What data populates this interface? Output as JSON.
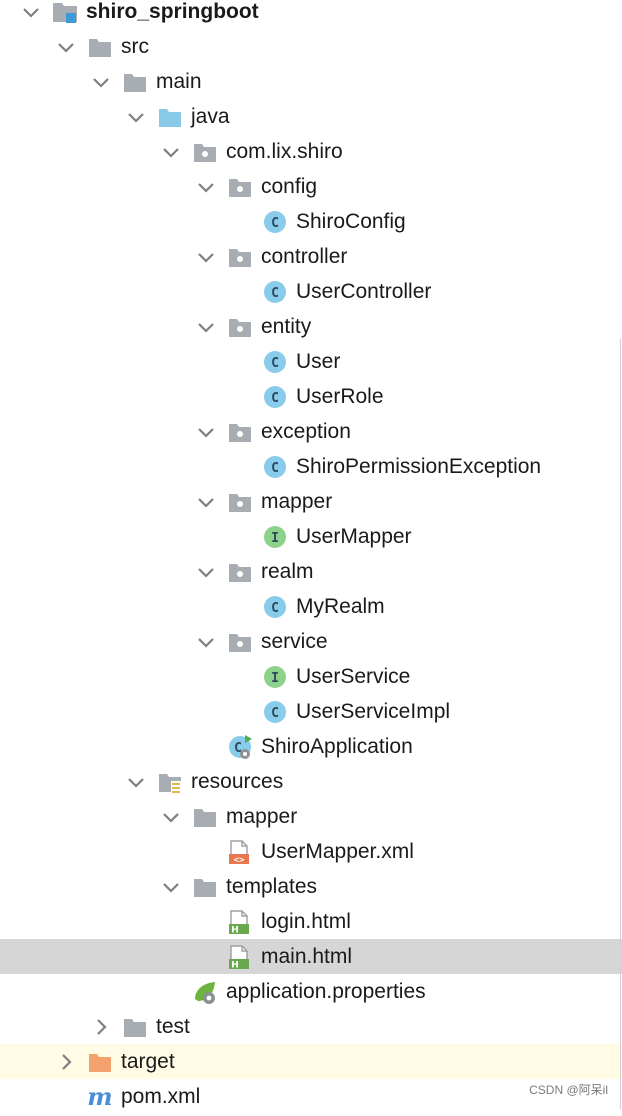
{
  "tree": [
    {
      "label": "shiro_springboot",
      "icon": "project-module-icon",
      "level": 0,
      "toggle": "expanded",
      "bold": true
    },
    {
      "label": "src",
      "icon": "folder-icon",
      "level": 1,
      "toggle": "expanded"
    },
    {
      "label": "main",
      "icon": "folder-icon",
      "level": 2,
      "toggle": "expanded"
    },
    {
      "label": "java",
      "icon": "source-folder-icon",
      "level": 3,
      "toggle": "expanded"
    },
    {
      "label": "com.lix.shiro",
      "icon": "package-icon",
      "level": 4,
      "toggle": "expanded"
    },
    {
      "label": "config",
      "icon": "package-icon",
      "level": 5,
      "toggle": "expanded"
    },
    {
      "label": "ShiroConfig",
      "icon": "class-icon",
      "level": 6
    },
    {
      "label": "controller",
      "icon": "package-icon",
      "level": 5,
      "toggle": "expanded"
    },
    {
      "label": "UserController",
      "icon": "class-icon",
      "level": 6
    },
    {
      "label": "entity",
      "icon": "package-icon",
      "level": 5,
      "toggle": "expanded"
    },
    {
      "label": "User",
      "icon": "class-icon",
      "level": 6
    },
    {
      "label": "UserRole",
      "icon": "class-icon",
      "level": 6
    },
    {
      "label": "exception",
      "icon": "package-icon",
      "level": 5,
      "toggle": "expanded"
    },
    {
      "label": "ShiroPermissionException",
      "icon": "class-icon",
      "level": 6
    },
    {
      "label": "mapper",
      "icon": "package-icon",
      "level": 5,
      "toggle": "expanded"
    },
    {
      "label": "UserMapper",
      "icon": "interface-icon",
      "level": 6
    },
    {
      "label": "realm",
      "icon": "package-icon",
      "level": 5,
      "toggle": "expanded"
    },
    {
      "label": "MyRealm",
      "icon": "class-icon",
      "level": 6
    },
    {
      "label": "service",
      "icon": "package-icon",
      "level": 5,
      "toggle": "expanded"
    },
    {
      "label": "UserService",
      "icon": "interface-icon",
      "level": 6
    },
    {
      "label": "UserServiceImpl",
      "icon": "class-icon",
      "level": 6
    },
    {
      "label": "ShiroApplication",
      "icon": "spring-boot-class-icon",
      "level": 5
    },
    {
      "label": "resources",
      "icon": "resources-folder-icon",
      "level": 3,
      "toggle": "expanded"
    },
    {
      "label": "mapper",
      "icon": "folder-icon",
      "level": 4,
      "toggle": "expanded"
    },
    {
      "label": "UserMapper.xml",
      "icon": "xml-file-icon",
      "level": 5
    },
    {
      "label": "templates",
      "icon": "folder-icon",
      "level": 4,
      "toggle": "expanded"
    },
    {
      "label": "login.html",
      "icon": "html-file-icon",
      "level": 5
    },
    {
      "label": "main.html",
      "icon": "html-file-icon",
      "level": 5,
      "selected": true
    },
    {
      "label": "application.properties",
      "icon": "spring-properties-icon",
      "level": 4
    },
    {
      "label": "test",
      "icon": "folder-icon",
      "level": 2,
      "toggle": "collapsed"
    },
    {
      "label": "target",
      "icon": "excluded-folder-icon",
      "level": 1,
      "toggle": "collapsed",
      "highlight": true
    },
    {
      "label": "pom.xml",
      "icon": "maven-file-icon",
      "level": 1
    }
  ],
  "colors": {
    "folder": "#a7adb3",
    "source_folder": "#87c9e6",
    "excluded_folder": "#f3a26d",
    "class": "#88cbea",
    "interface": "#8cd28b",
    "selection": "#d6d6d6",
    "highlight_row": "#fffbe5"
  },
  "watermark": "CSDN @阿呆il"
}
